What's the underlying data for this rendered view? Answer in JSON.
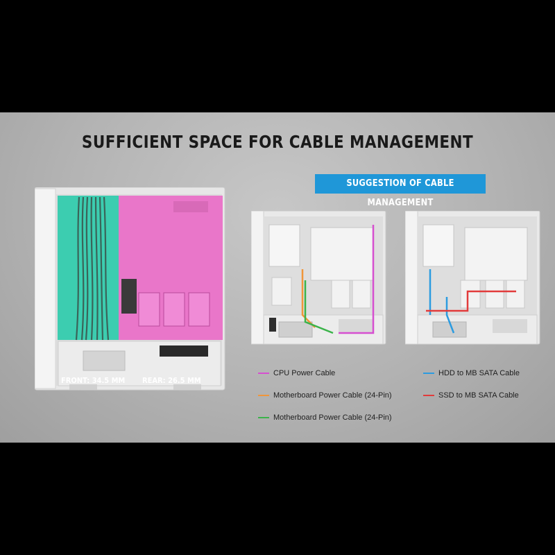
{
  "headline": "SUFFICIENT SPACE FOR CABLE MANAGEMENT",
  "badge": "SUGGESTION OF CABLE MANAGEMENT",
  "zones": {
    "front": {
      "label": "FRONT: 34.5 MM",
      "color": "#19c9a6"
    },
    "rear": {
      "label": "REAR: 26.5 MM",
      "color": "#ec5fc4"
    }
  },
  "legend": {
    "cpu_power": {
      "label": "CPU Power Cable",
      "color": "#d64fd0"
    },
    "mb_power_orange": {
      "label": "Motherboard Power Cable (24-Pin)",
      "color": "#f0963a"
    },
    "mb_power_green": {
      "label": "Motherboard Power Cable (24-Pin)",
      "color": "#3bb34a"
    },
    "hdd_sata": {
      "label": "HDD to MB SATA Cable",
      "color": "#2b9be0"
    },
    "ssd_sata": {
      "label": "SSD to MB SATA Cable",
      "color": "#e23b3b"
    }
  }
}
